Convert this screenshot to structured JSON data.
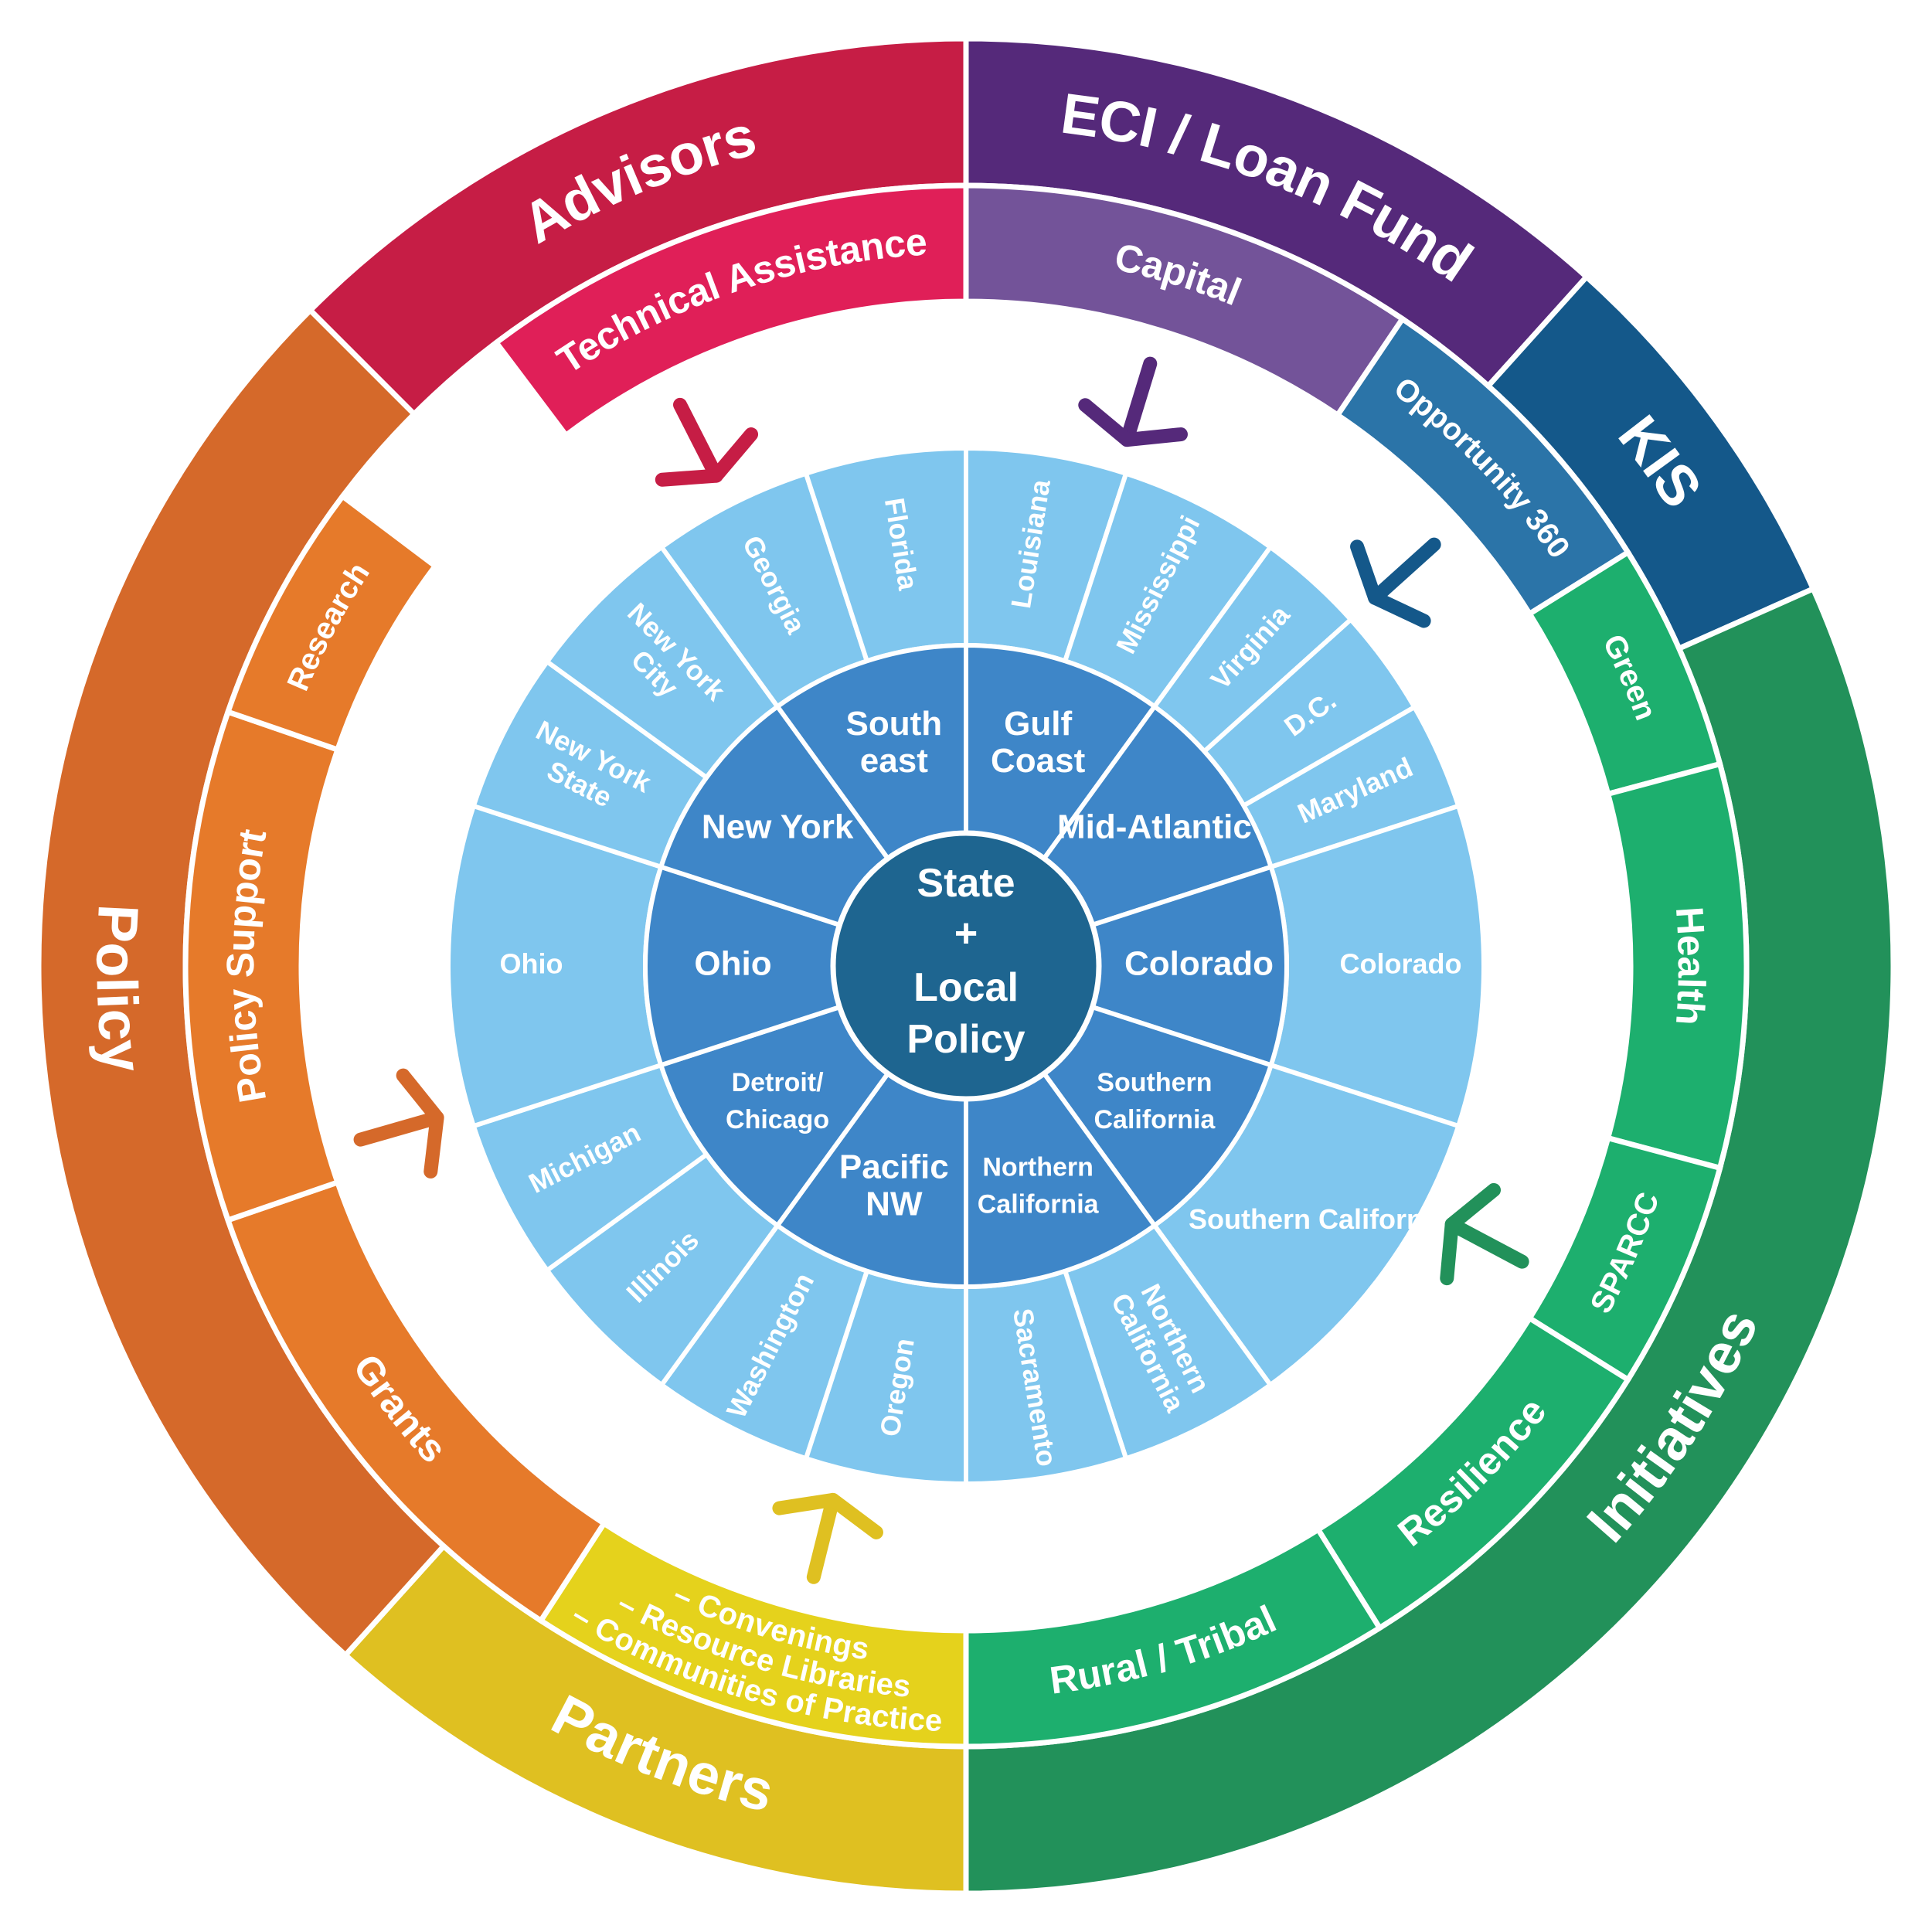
{
  "hub": {
    "lines": [
      "State",
      "+",
      "Local",
      "Policy"
    ],
    "color": "#1e6590"
  },
  "outer_ring": [
    {
      "id": "advisors",
      "label": "Advisors",
      "color": "#c61d45",
      "children": [
        {
          "label": "Technical Assistance",
          "color": "#e01f58"
        }
      ]
    },
    {
      "id": "eci",
      "label": "ECI / Loan Fund",
      "color": "#55297a",
      "children": [
        {
          "label": "Capital",
          "color": "#735399"
        }
      ]
    },
    {
      "id": "kis",
      "label": "KIS",
      "color": "#14588a",
      "children": [
        {
          "label": "Opportunity 360",
          "color": "#2b74a8"
        }
      ]
    },
    {
      "id": "initiatives",
      "label": "Initiatives",
      "color": "#22915a",
      "children": [
        {
          "label": "Green",
          "color": "#1daf6e"
        },
        {
          "label": "Health",
          "color": "#1daf6e"
        },
        {
          "label": "SPARCC",
          "color": "#1daf6e"
        },
        {
          "label": "Resilience",
          "color": "#1daf6e"
        },
        {
          "label": "Rural / Tribal",
          "color": "#1daf6e"
        }
      ]
    },
    {
      "id": "partners",
      "label": "Partners",
      "color": "#dfc021",
      "children": [
        {
          "label": "– Communities of Practice\n– Resource Libraries\n– Convenings",
          "color": "#e5d21c"
        }
      ]
    },
    {
      "id": "policy",
      "label": "Policy",
      "color": "#d5692a",
      "children": [
        {
          "label": "Grants",
          "color": "#e67a2a"
        },
        {
          "label": "Policy Support",
          "color": "#e67a2a"
        },
        {
          "label": "Research",
          "color": "#e67a2a"
        }
      ]
    }
  ],
  "regions": [
    {
      "label": "Gulf Coast",
      "leaves": [
        "Louisiana",
        "Mississippi"
      ]
    },
    {
      "label": "Mid-Atlantic",
      "leaves": [
        "Virginia",
        "D.C.",
        "Maryland"
      ]
    },
    {
      "label": "Colorado",
      "leaves": [
        "Colorado"
      ]
    },
    {
      "label": "Southern California",
      "leaves": [
        "Southern California"
      ]
    },
    {
      "label": "Northern California",
      "leaves": [
        "Northern California",
        "Sacramento"
      ]
    },
    {
      "label": "Pacific NW",
      "leaves": [
        "Oregon",
        "Washington"
      ]
    },
    {
      "label": "Detroit/ Chicago",
      "leaves": [
        "Illinois",
        "Michigan"
      ]
    },
    {
      "label": "Ohio",
      "leaves": [
        "Ohio"
      ]
    },
    {
      "label": "New York",
      "leaves": [
        "New York State",
        "New York City"
      ]
    },
    {
      "label": "South east",
      "leaves": [
        "Georgia",
        "Florida"
      ]
    }
  ],
  "colors": {
    "region": "#3e86c8",
    "leaf": "#7fc6ee",
    "divider": "#ffffff",
    "arrow_advisors": "#c61d45",
    "arrow_eci": "#55297a",
    "arrow_kis": "#14588a",
    "arrow_initiatives": "#22915a",
    "arrow_partners": "#dfc021",
    "arrow_policy": "#d5692a"
  }
}
